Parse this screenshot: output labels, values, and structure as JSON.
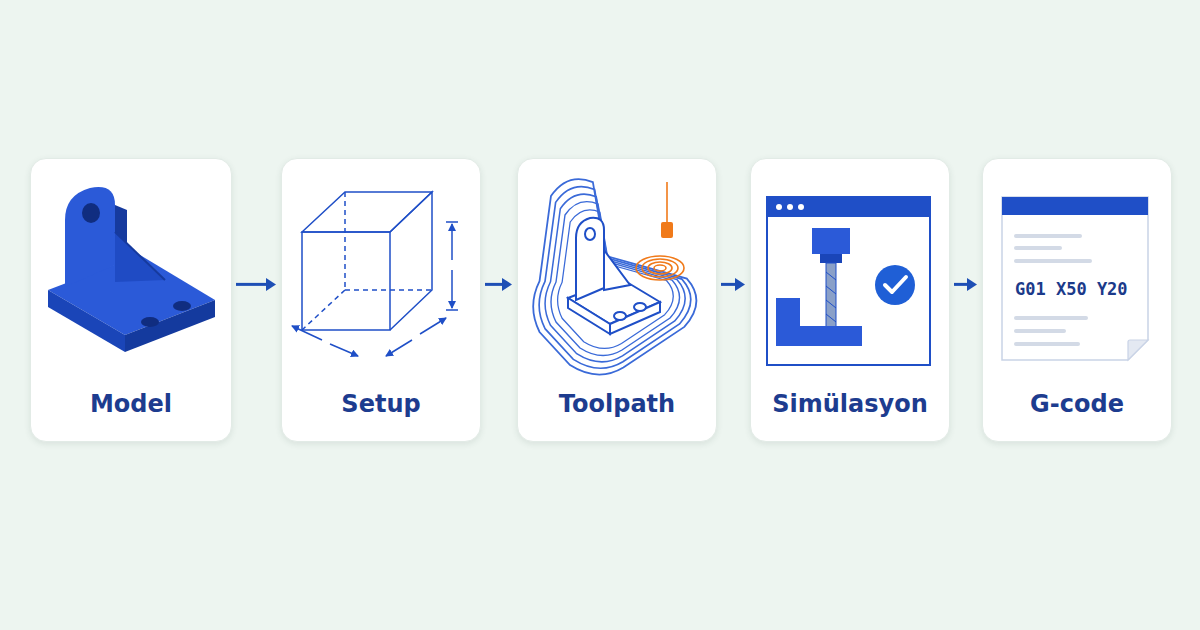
{
  "diagram": {
    "nodes": [
      {
        "text": [
          "Model"
        ]
      },
      {
        "text": [
          "Setup"
        ]
      },
      {
        "text": [
          "Toolpath"
        ]
      },
      {
        "text": [
          "Simülasyon"
        ]
      },
      {
        "text": [
          "G-code"
        ]
      }
    ],
    "edges": [
      {
        "from": 0,
        "to": 1,
        "arrow": "to"
      },
      {
        "from": 1,
        "to": 2,
        "arrow": "to"
      },
      {
        "from": 2,
        "to": 3,
        "arrow": "to"
      },
      {
        "from": 3,
        "to": 4,
        "arrow": "to"
      }
    ],
    "labels": [
      "G01 X50 Y20"
    ]
  }
}
